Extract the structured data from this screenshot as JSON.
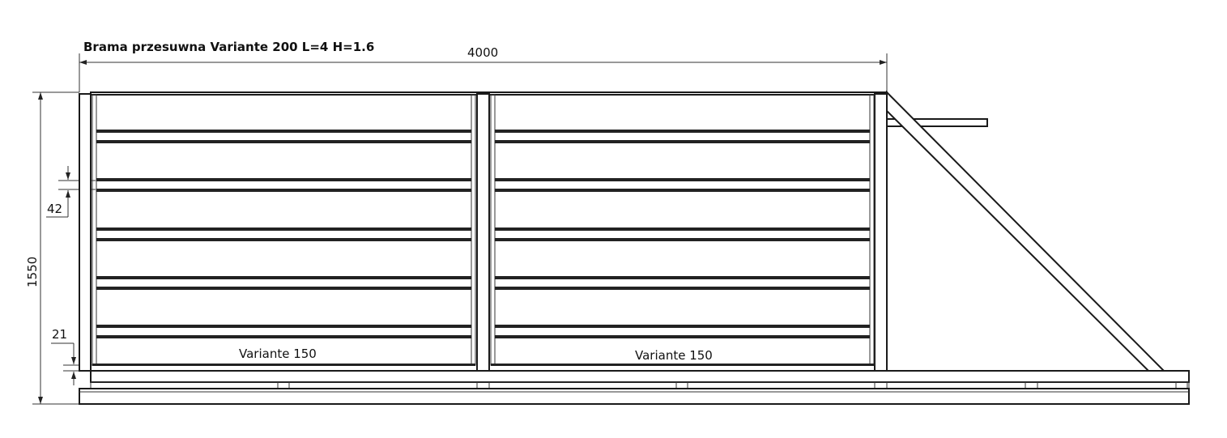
{
  "title": "Brama przesuwna Variante 200 L=4 H=1.6",
  "dimensions": {
    "width": "4000",
    "height": "1550",
    "slat_gap": "42",
    "bottom_gap": "21"
  },
  "panels": [
    {
      "label": "Variante 150"
    },
    {
      "label": "Variante 150"
    }
  ],
  "colors": {
    "line": "#1a1a1a",
    "background": "#ffffff"
  }
}
